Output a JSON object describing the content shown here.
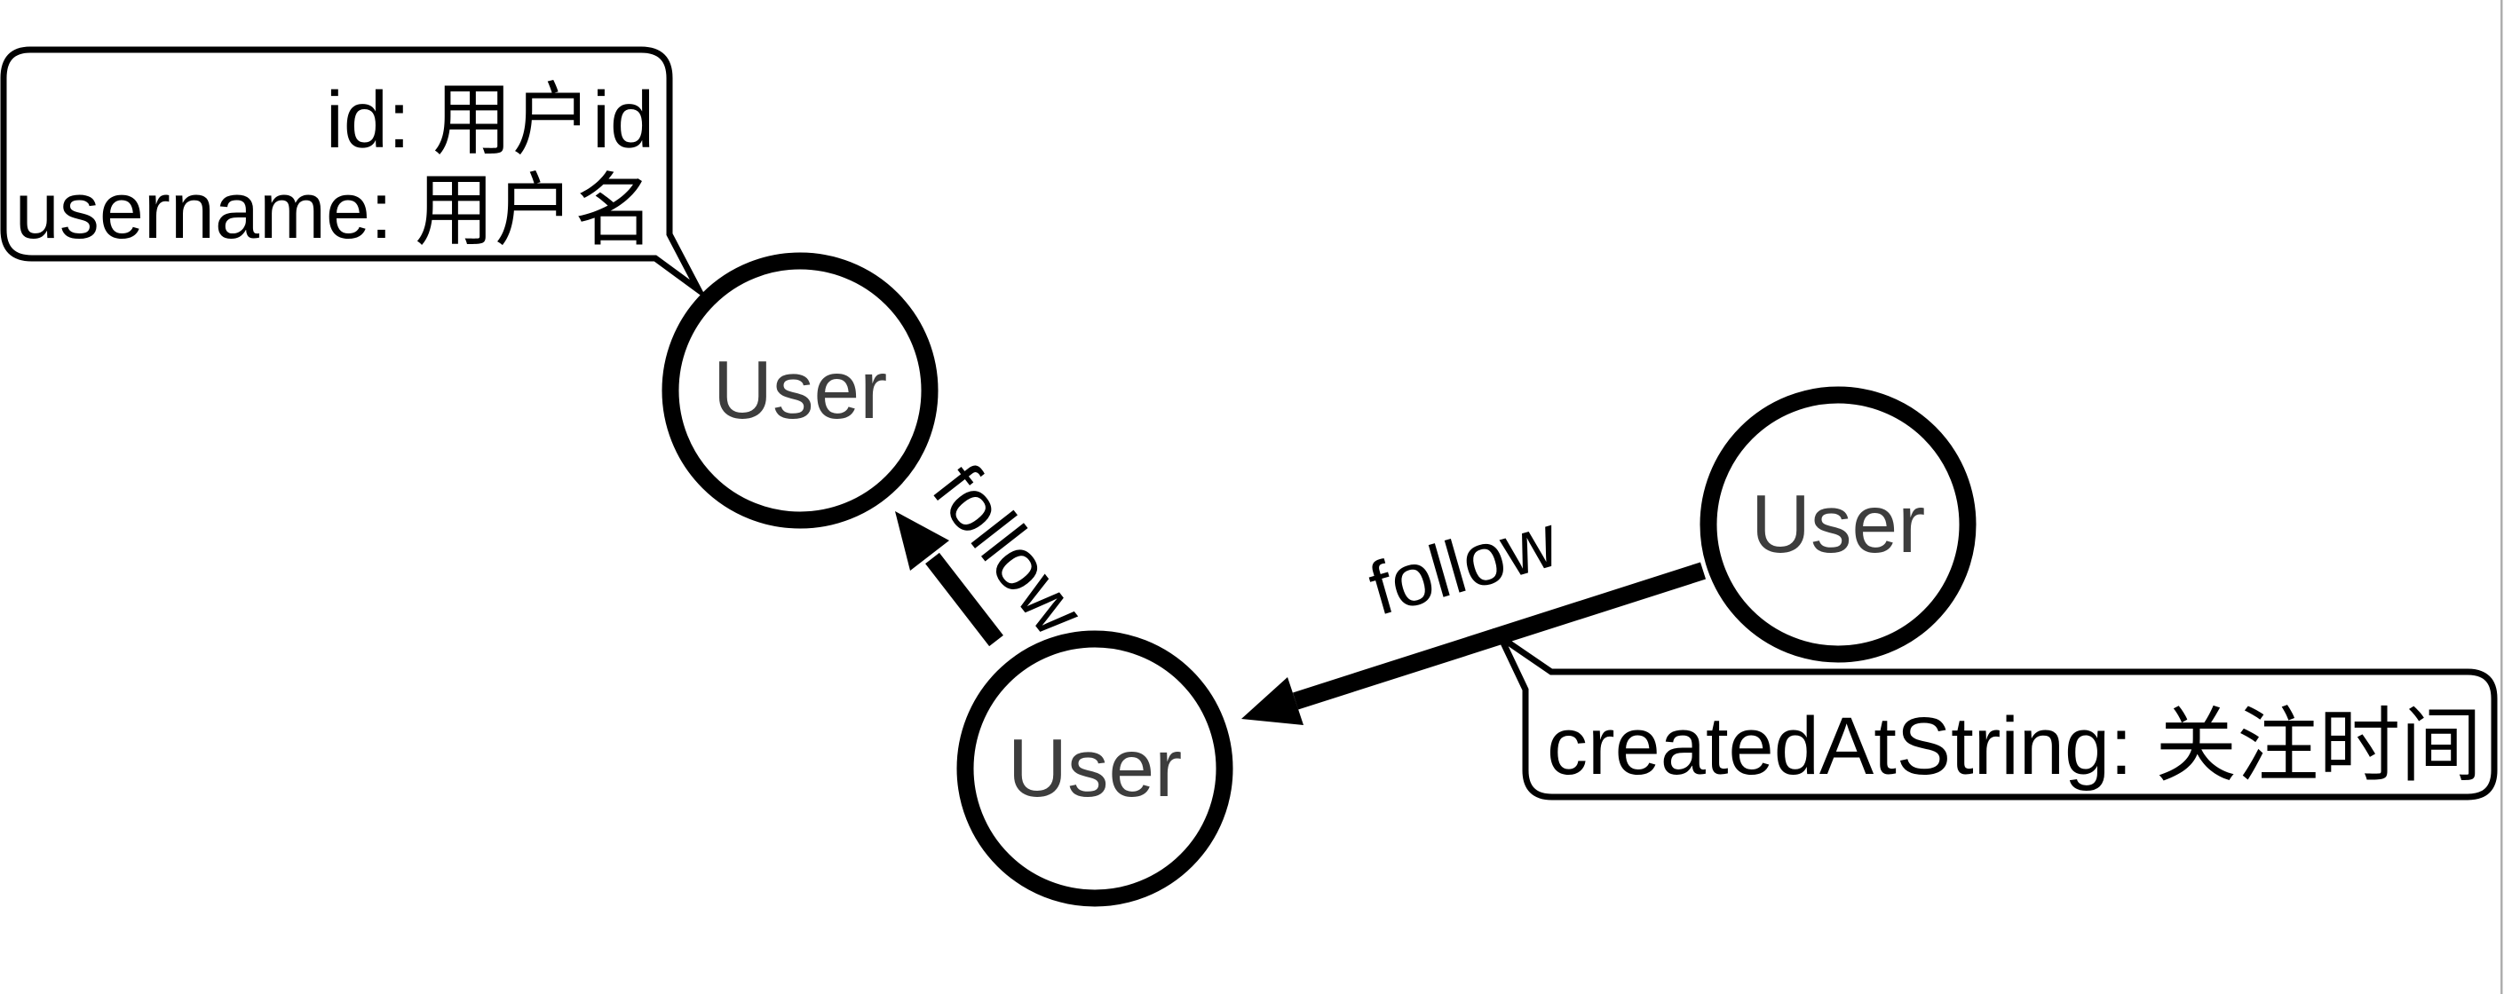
{
  "diagram": {
    "background_color": "#ffffff",
    "stroke_color": "#000000",
    "node_label_color": "#3d3d3d",
    "page_edge_color": "#aeaeae",
    "nodes": [
      {
        "id": "user-top-left",
        "label": "User"
      },
      {
        "id": "user-bottom-middle",
        "label": "User"
      },
      {
        "id": "user-right",
        "label": "User"
      }
    ],
    "relationships": [
      {
        "id": "follow-1",
        "label": "follow",
        "from": "user-bottom-middle",
        "to": "user-top-left"
      },
      {
        "id": "follow-2",
        "label": "follow",
        "from": "user-right",
        "to": "user-bottom-middle"
      }
    ],
    "callouts": [
      {
        "id": "user-properties",
        "attached_to": "user-top-left",
        "lines": [
          "id: 用户id",
          "username: 用户名"
        ]
      },
      {
        "id": "follow-properties",
        "attached_to": "follow-2",
        "lines": [
          "createdAtString: 关注时间"
        ]
      }
    ]
  }
}
